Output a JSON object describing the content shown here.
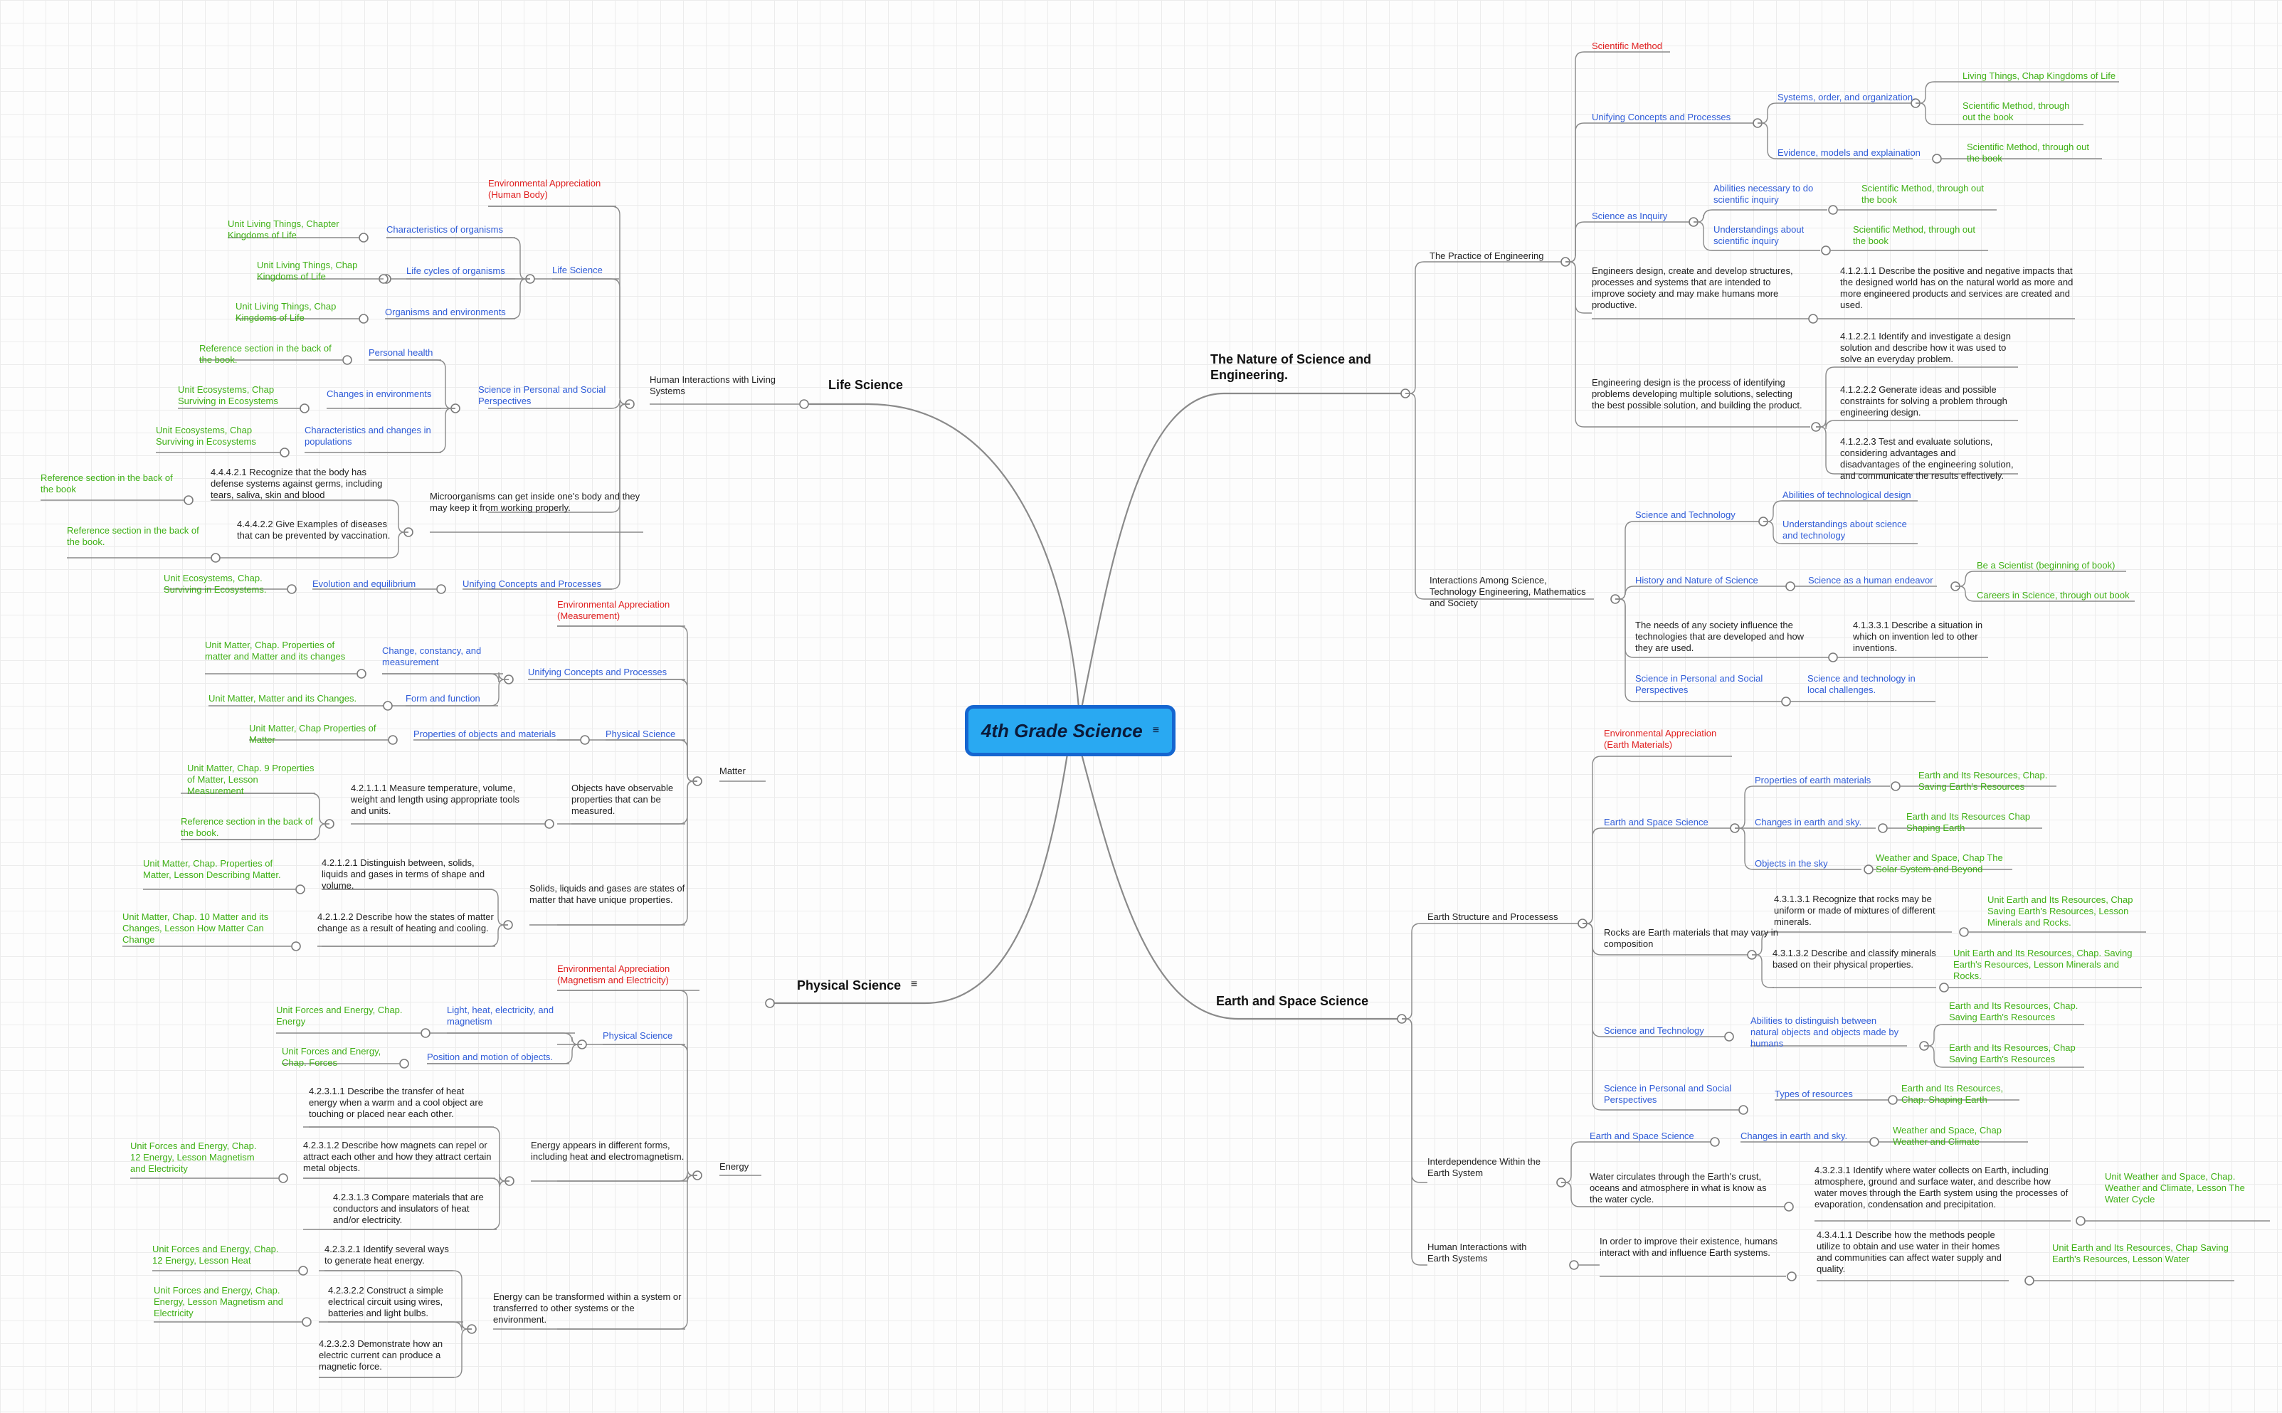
{
  "central": {
    "title": "4th Grade Science",
    "icon": "notes-icon"
  },
  "main_topics": {
    "life": "Life Science",
    "nature": "The Nature of Science and Engineering.",
    "physical": "Physical Science",
    "earth": "Earth and Space Science"
  },
  "life": {
    "human_interactions": "Human Interactions with Living Systems",
    "env_appreciation": "Environmental Appreciation (Human Body)",
    "life_science": "Life Science",
    "characteristics": "Characteristics of organisms",
    "characteristics_res": "Unit Living Things, Chapter Kingdoms of Life",
    "cycles": "Life cycles of organisms",
    "cycles_res": "Unit Living Things, Chap Kingdoms of Life",
    "environments": "Organisms and environments",
    "environments_res": "Unit Living Things, Chap Kingdoms of Life",
    "personal_social": "Science in Personal and Social Perspectives",
    "health": "Personal health",
    "health_res": "Reference section in the back of the book.",
    "changes": "Changes in environments",
    "changes_res": "Unit Ecosystems, Chap Surviving in Ecosystems",
    "pop": "Characteristics and changes in populations",
    "pop_res": "Unit Ecosystems, Chap Surviving in Ecosystems",
    "micro": "Microorganisms can get inside one's body and they may keep it from working properly.",
    "s1": "4.4.4.2.1 Recognize that the body has defense systems against germs, including tears, saliva, skin and blood",
    "s1_res": "Reference section in the back of the book",
    "s2": "4.4.4.2.2 Give Examples of diseases that can be prevented by vaccination.",
    "s2_res": "Reference section in the back of the book.",
    "unifying": "Unifying Concepts and Processes",
    "evolution": "Evolution and equilibrium",
    "evolution_res": "Unit Ecosystems, Chap. Surviving in Ecosystems."
  },
  "physical": {
    "matter": "Matter",
    "env_measure": "Environmental Appreciation (Measurement)",
    "unifying": "Unifying Concepts and Processes",
    "change": "Change, constancy, and measurement",
    "change_res": "Unit Matter, Chap. Properties of matter and Matter and its changes",
    "form": "Form and function",
    "form_res": "Unit Matter, Matter and its Changes.",
    "phys_sci": "Physical Science",
    "props": "Properties of objects and materials",
    "props_res": "Unit Matter, Chap Properties of Matter",
    "objects": "Objects have observable properties that can be measured.",
    "m1": "4.2.1.1.1 Measure temperature, volume, weight and length using appropriate tools and units.",
    "m1_res": "Unit Matter, Chap. 9 Properties of Matter, Lesson Measurement",
    "m1_res2": "Reference section in the back of the book.",
    "states": "Solids, liquids and gases are states of matter that have unique properties.",
    "s1": "4.2.1.2.1 Distinguish between, solids, liquids and gases in terms of shape and volume.",
    "s1_res": "Unit Matter, Chap. Properties of Matter, Lesson Describing Matter.",
    "s2": "4.2.1.2.2 Describe how the states of matter change as a result of heating and cooling.",
    "s2_res": "Unit Matter, Chap. 10 Matter and its Changes, Lesson How Matter Can Change",
    "energy": "Energy",
    "env_magnet": "Environmental Appreciation (Magnetism and Electricity)",
    "phys_sci2": "Physical Science",
    "light": "Light, heat, electricity, and magnetism",
    "light_res": "Unit Forces and Energy, Chap. Energy",
    "position": "Position and motion of objects.",
    "position_res": "Unit Forces and Energy, Chap. Forces",
    "forms": "Energy appears in different forms, including heat and electromagnetism.",
    "e1": "4.2.3.1.1 Describe the transfer of heat energy when a warm and a cool object are touching or placed near each other.",
    "e2": "4.2.3.1.2 Describe how magnets can repel or attract each other and how they attract certain metal objects.",
    "e2_res": "Unit Forces and Energy, Chap. 12 Energy, Lesson Magnetism and Electricity",
    "e3": "4.2.3.1.3  Compare materials that are conductors and insulators of heat and/or electricity.",
    "transformed": "Energy can be transformed within a system or transferred to other systems or the environment.",
    "t1": "4.2.3.2.1 Identify several ways to generate heat energy.",
    "t1_res": "Unit Forces and Energy, Chap. 12 Energy, Lesson Heat",
    "t2": "4.2.3.2.2 Construct a simple electrical circuit using wires, batteries and light bulbs.",
    "t2_res": "Unit Forces and Energy, Chap. Energy, Lesson Magnetism and Electricity",
    "t3": "4.2.3.2.3  Demonstrate how an electric current can produce a magnetic force."
  },
  "nature": {
    "practice": "The Practice of Engineering",
    "sci_method": "Scientific Method",
    "unifying": "Unifying Concepts and Processes",
    "systems": "Systems, order, and organization.",
    "systems_res1": "Living Things, Chap Kingdoms of Life",
    "systems_res2": "Scientific Method, through out the book",
    "evidence": "Evidence, models and explaination",
    "evidence_res": "Scientific Method, through out the book",
    "inquiry": "Science as Inquiry",
    "abilities": "Abilities necessary to do scientific inquiry",
    "abilities_res": "Scientific Method, through out the book",
    "understandings": "Understandings about scientific inquiry",
    "understandings_res": "Scientific Method, through out the book",
    "eng_design": "Engineers design, create and develop structures, processes and systems that are intended to improve society and may make humans more productive.",
    "n1": "4.1.2.1.1  Describe the positive and negative impacts that the designed world has on the natural world as more and more engineered products and services are created and used.",
    "eng_process": "Engineering design is the process of identifying problems developing multiple solutions, selecting the best possible solution, and building the product.",
    "n2": "4.1.2.2.1 Identify and investigate a design solution and describe how it was used to solve an everyday problem.",
    "n3": "4.1.2.2.2 Generate ideas and possible constraints for solving a problem through engineering design.",
    "n4": "4.1.2.2.3 Test and evaluate solutions, considering advantages and disadvantages of the engineering solution, and communicate the results effectively.",
    "interactions": "Interactions Among Science, Technology Engineering, Mathematics and Society",
    "sci_tech": "Science and Technology",
    "tech_abilities": "Abilities of technological design",
    "tech_understand": "Understandings about science and technology",
    "history": "History and Nature of Science",
    "endeavor": "Science as a human endeavor",
    "endeavor_res1": "Be a Scientist (beginning of book)",
    "endeavor_res2": "Careers in Science, through out book",
    "needs": "The needs of any society influence the technologies that are developed and how they are used.",
    "n5": "4.1.3.3.1 Describe a situation in which on invention led to other inventions.",
    "personal": "Science in Personal and Social Perspectives",
    "local": "Science and technology in local challenges."
  },
  "earth": {
    "structure": "Earth Structure and Processess",
    "env_earth": "Environmental Appreciation (Earth Materials)",
    "space_sci": "Earth and Space Science",
    "props": "Properties of earth materials",
    "props_res": "Earth and Its Resources, Chap. Saving Earth's Resources",
    "changes": "Changes in earth and sky.",
    "changes_res": "Earth and Its Resources Chap Shaping Earth",
    "sky": "Objects in the sky",
    "sky_res": "Weather and Space, Chap The Solar System and Beyond",
    "rocks": "Rocks are Earth materials that may vary in composition",
    "r1": "4.3.1.3.1 Recognize that rocks may be uniform or made of mixtures of different minerals.",
    "r1_res": "Unit Earth and  Its Resources, Chap Saving Earth's Resources, Lesson Minerals and Rocks.",
    "r2": "4.3.1.3.2 Describe and classify minerals based on their physical properties.",
    "r2_res": "Unit Earth and Its Resources, Chap. Saving Earth's Resources, Lesson Minerals and Rocks.",
    "sci_tech": "Science and Technology",
    "distinguish": "Abilities to distinguish between natural objects and objects made by humans",
    "distinguish_res1": "Earth and Its Resources, Chap. Saving Earth's Resources",
    "distinguish_res2": "Earth and Its Resources, Chap Saving Earth's Resources",
    "personal": "Science in Personal and Social Perspectives",
    "types": "Types of resources",
    "types_res": "Earth and Its Resources, Chap.  Shaping Earth",
    "interdependence": "Interdependence Within the Earth System",
    "space_sci2": "Earth and Space Science",
    "changes2": "Changes in earth and sky.",
    "changes2_res": "Weather and Space, Chap Weather and Climate",
    "water": "Water circulates through the Earth's crust, oceans and atmosphere in what is know as the water cycle.",
    "w1": "4.3.2.3.1 Identify where water collects on Earth, including atmosphere, ground and surface water, and describe how water moves through the Earth system using the processes of evaporation, condensation and precipitation.",
    "w1_res": "Unit Weather and Space, Chap. Weather and Climate, Lesson The Water Cycle",
    "human": "Human Interactions with Earth Systems",
    "improve": "In order to improve their existence, humans interact with and influence Earth systems.",
    "h1": "4.3.4.1.1 Describe how the methods people utilize to obtain and use water in their homes and communities can affect water supply and quality.",
    "h1_res": "Unit Earth and Its Resources, Chap Saving Earth's Resources, Lesson Water"
  }
}
